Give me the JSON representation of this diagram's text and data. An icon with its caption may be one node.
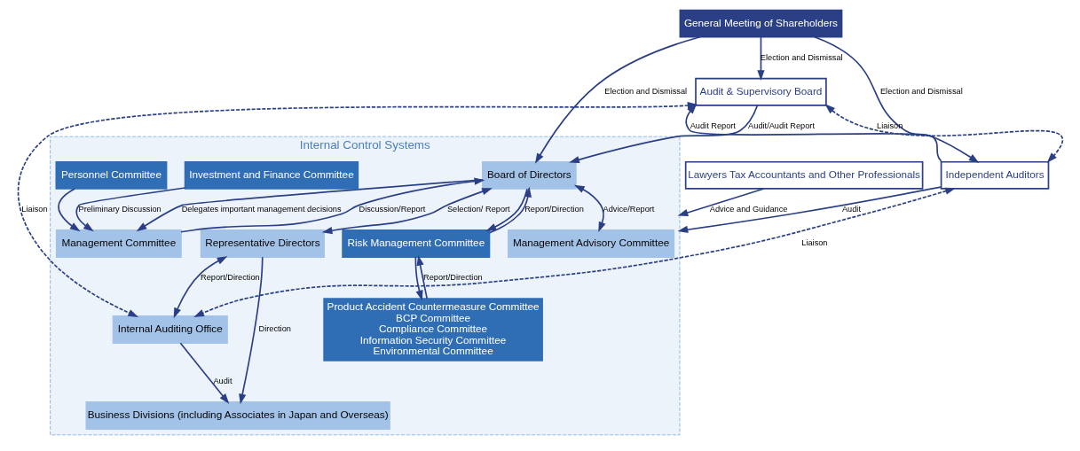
{
  "diagram": {
    "nodes": [
      {
        "text": [
          "General Meeting of Shareholders"
        ]
      },
      {
        "text": [
          "Internal Control Systems"
        ]
      },
      {
        "text": [
          "Management Advisory Committee"
        ],
        "in": 1
      },
      {
        "text": [
          "Board of Directors"
        ],
        "in": 1
      },
      {
        "text": [
          "Representative Directors"
        ],
        "in": 1
      },
      {
        "text": [
          "Management Committee"
        ],
        "in": 1
      },
      {
        "text": [
          "Risk Management Committee"
        ],
        "in": 1
      },
      {
        "text": [
          "Internal Auditing Office"
        ],
        "in": 1
      },
      {
        "text": [
          "Investment and Finance Committee"
        ],
        "in": 1
      },
      {
        "text": [
          "Personnel Committee"
        ],
        "in": 1
      },
      {
        "text": [
          "Product Accident Countermeasure Committee",
          "BCP Committee",
          "Compliance Committee",
          "Information Security Committee",
          "Environmental Committee"
        ],
        "in": 1
      },
      {
        "text": [
          "Business Divisions (including Associates in Japan and Overseas)"
        ],
        "in": 1
      },
      {
        "text": [
          "Audit & Supervisory Board"
        ]
      },
      {
        "text": [
          "Independent Auditors"
        ]
      },
      {
        "text": [
          "Lawyers Tax Accountants and Other Professionals"
        ]
      }
    ],
    "edges": [
      {
        "from": 0,
        "to": 3,
        "arrow": "to",
        "label": "Election and Dismissal"
      },
      {
        "from": 0,
        "to": 12,
        "arrow": "to",
        "label": "Election and Dismissal"
      },
      {
        "from": 0,
        "to": 13,
        "arrow": "to",
        "label": "Election and Dismissal"
      },
      {
        "from": 3,
        "to": 2,
        "arrow": "both",
        "label": "Advice/Report"
      },
      {
        "from": 3,
        "to": 5,
        "arrow": "to",
        "label": "Delegates important management decisions"
      },
      {
        "from": 5,
        "to": 3,
        "arrow": "to",
        "label": "Discussion/Report"
      },
      {
        "from": 8,
        "to": 5,
        "arrow": "to",
        "label": "Preliminary Discussion"
      },
      {
        "from": 9,
        "to": 5,
        "arrow": "to"
      },
      {
        "from": 3,
        "to": 4,
        "arrow": "both",
        "label": "Selection/ Report"
      },
      {
        "from": 6,
        "to": 3,
        "arrow": "to",
        "label": "Report/Direction"
      },
      {
        "from": 3,
        "to": 6,
        "arrow": "to"
      },
      {
        "from": 10,
        "to": 6,
        "arrow": "to",
        "label": "Report/Direction"
      },
      {
        "from": 6,
        "to": 10,
        "arrow": "to"
      },
      {
        "from": 4,
        "to": 7,
        "arrow": "both",
        "label": "Report/Direction"
      },
      {
        "from": 4,
        "to": 11,
        "arrow": "to",
        "label": "Direction"
      },
      {
        "from": 7,
        "to": 11,
        "arrow": "to",
        "label": "Audit"
      },
      {
        "from": 12,
        "to": 3,
        "arrow": "to",
        "label": "Audit/Audit Report"
      },
      {
        "from": 12,
        "to": 7,
        "arrow": "both",
        "style": "dashed",
        "label": "Liaison"
      },
      {
        "from": 13,
        "to": 7,
        "arrow": "both",
        "style": "dashed",
        "label": "Liaison"
      },
      {
        "from": 13,
        "to": 12,
        "arrow": "to",
        "label": "Audit Report"
      },
      {
        "from": 12,
        "to": 13,
        "arrow": "both",
        "style": "dashed",
        "label": "Liaison"
      },
      {
        "from": 13,
        "to": 1,
        "arrow": "to",
        "label": "Audit"
      },
      {
        "from": 14,
        "to": 1,
        "arrow": "to",
        "label": "Advice and Guidance"
      }
    ]
  }
}
